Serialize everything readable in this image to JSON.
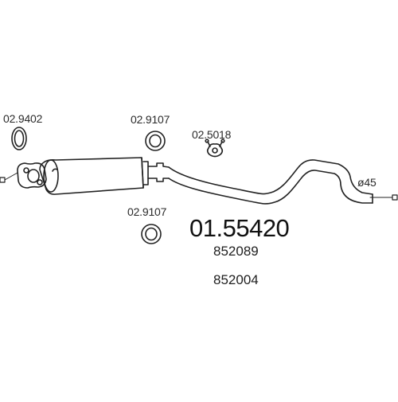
{
  "labels": {
    "part_a": "02.9402",
    "part_b_top": "02.9107",
    "part_c": "02.5018",
    "part_b_bottom": "02.9107",
    "diameter": "ø45",
    "main_number": "01.55420",
    "ref_1": "852089",
    "ref_2": "852004"
  },
  "colors": {
    "line": "#222222",
    "background": "#ffffff"
  }
}
